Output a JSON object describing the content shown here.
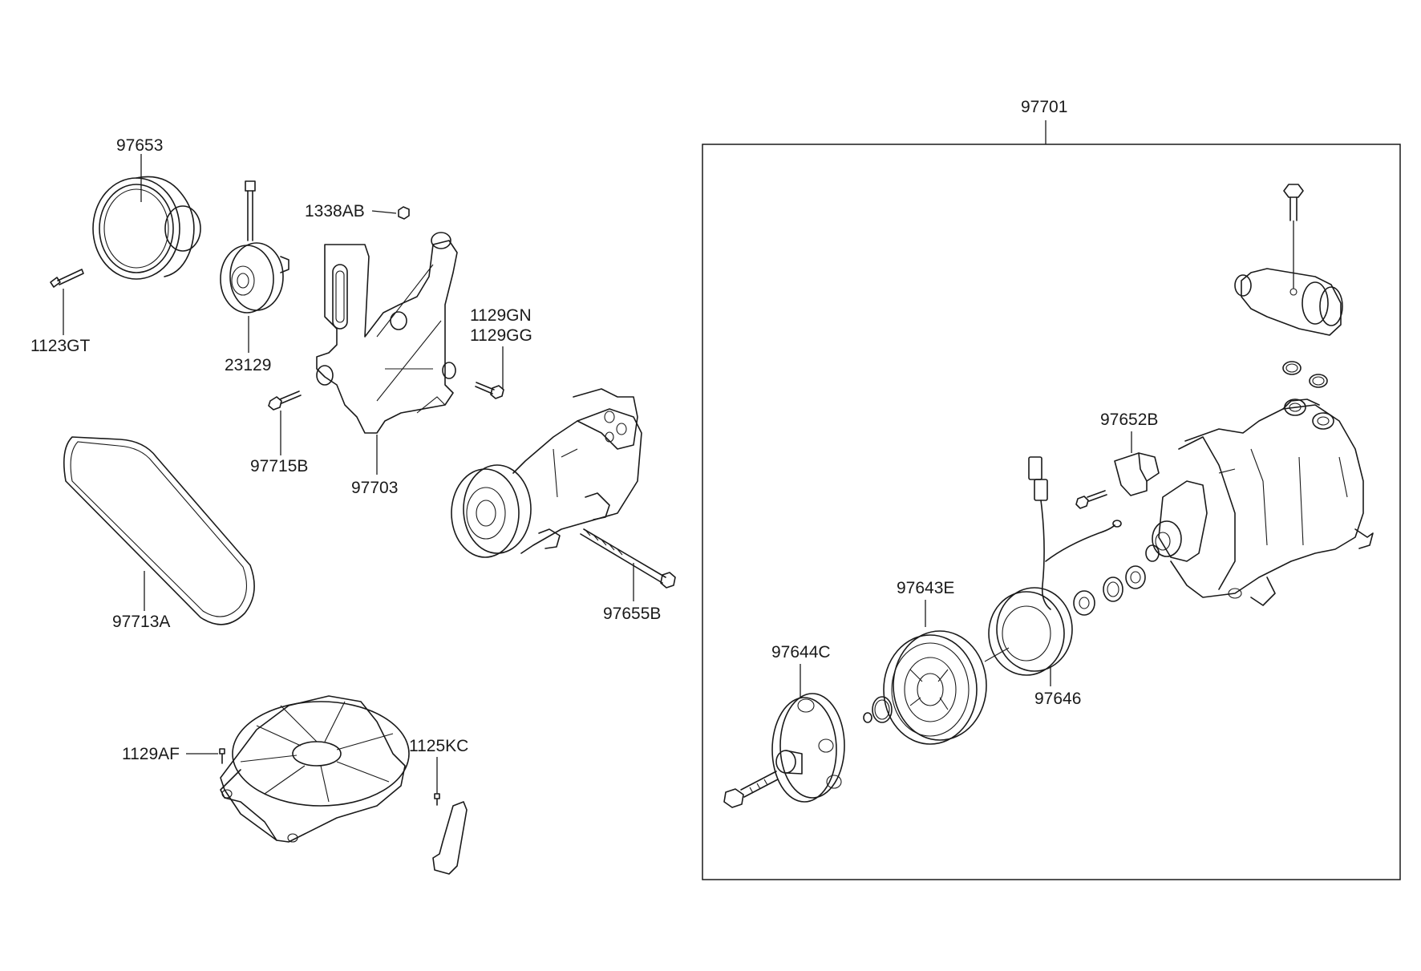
{
  "labels": {
    "p97653": "97653",
    "p1123GT": "1123GT",
    "p23129": "23129",
    "p1338AB": "1338AB",
    "p1129GN": "1129GN",
    "p1129GG": "1129GG",
    "p97715B": "97715B",
    "p97703": "97703",
    "p97713A": "97713A",
    "p97655B": "97655B",
    "p1129AF": "1129AF",
    "p1125KC": "1125KC",
    "p97701": "97701",
    "p97652B": "97652B",
    "p97643E": "97643E",
    "p97644C": "97644C",
    "p97646": "97646"
  }
}
